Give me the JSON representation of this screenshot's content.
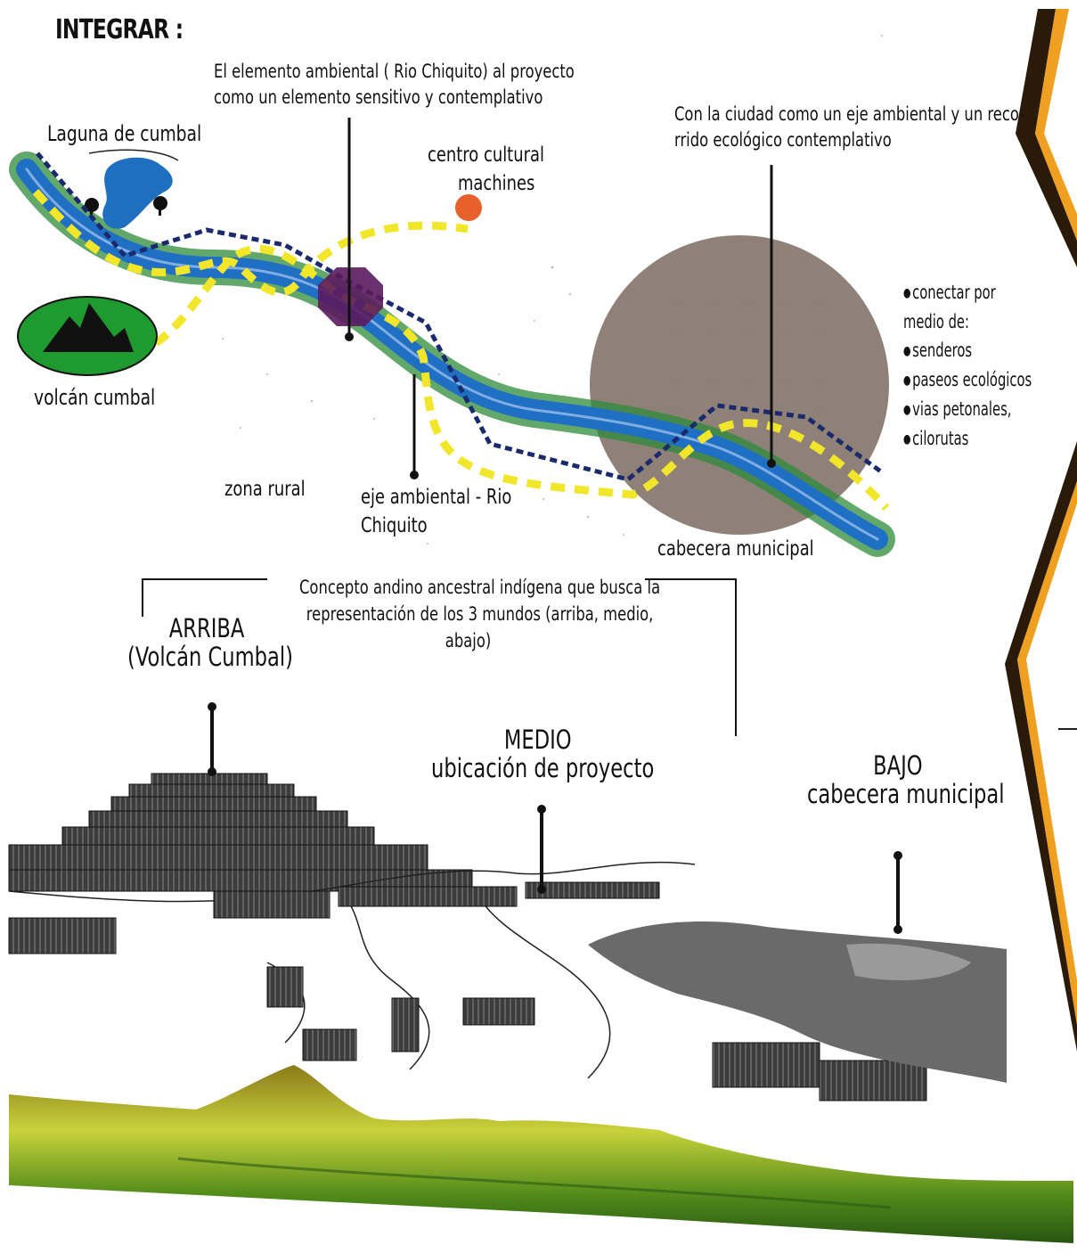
{
  "title": "INTEGRAR :",
  "labels": {
    "ambiental_note": "El elemento ambiental ( Rio Chiquito) al proyecto como un elemento sensitivo y contemplativo",
    "ambiental_line1": "El elemento ambiental ( Rio Chiquito) al proyecto",
    "ambiental_line2": "como un elemento sensitivo y contemplativo",
    "ciudad_line1": "Con la ciudad como un eje ambiental y un reco-",
    "ciudad_line2": "rrido ecológico contemplativo",
    "laguna": "Laguna de cumbal",
    "centro_line1": "centro cultural",
    "centro_line2": "machines",
    "volcan": "volcán cumbal",
    "zona_rural": "zona rural",
    "eje_line1": "eje  ambiental  -  Rio",
    "eje_line2": "Chiquito",
    "cabecera": "cabecera municipal"
  },
  "connect_list": {
    "heading": "conectar por medio de:",
    "items": [
      "senderos",
      "paseos ecológicos",
      "vias petonales,",
      "cilorutas"
    ]
  },
  "concept": {
    "line1": "Concepto andino ancestral indígena que busca la",
    "line2": "representación de  los 3 mundos  (arriba, medio,",
    "line3": "abajo)"
  },
  "worlds": {
    "arriba": {
      "name": "ARRIBA",
      "detail": "(Volcán Cumbal)"
    },
    "medio": {
      "name": "MEDIO",
      "detail": "ubicación de proyecto"
    },
    "bajo": {
      "name": "BAJO",
      "detail": "cabecera municipal"
    }
  },
  "colors": {
    "river_blue": "#1f6fc4",
    "river_green": "#2e8b3a",
    "yellow_path": "#f2e62a",
    "navy_path": "#1a2a6c",
    "project_purple": "#5b1a5e",
    "centro_orange": "#e8602c",
    "city_circle": "#7b6a5e",
    "volcano_green": "#1e9a2e",
    "border_brown": "#3a2210",
    "border_orange": "#f0a020"
  }
}
